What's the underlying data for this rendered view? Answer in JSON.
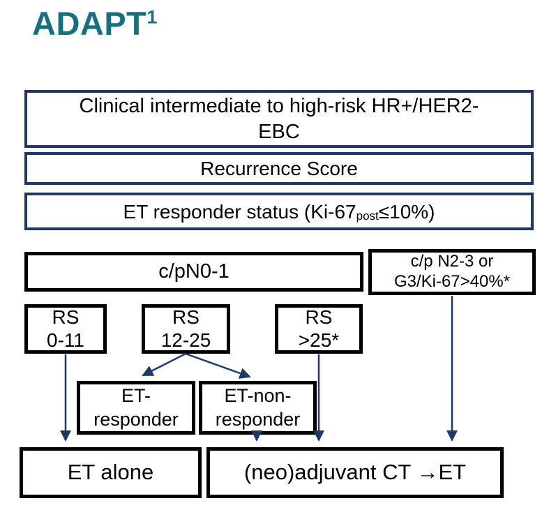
{
  "title": {
    "text": "ADAPT",
    "superscript": "1",
    "color": "#16707e"
  },
  "colors": {
    "teal_title": "#16707e",
    "navy_border": "#1f3864",
    "black_border": "#000000",
    "arrow": "#1f3864",
    "background": "#ffffff",
    "text": "#000000"
  },
  "boxes": {
    "clinical": {
      "line1": "Clinical intermediate to high-risk HR+/HER2-",
      "line2": "EBC"
    },
    "recurrence": {
      "label": "Recurrence Score"
    },
    "responder_status": {
      "prefix": "ET responder status (Ki-67",
      "subscript": "post",
      "suffix": " ≤10%)"
    },
    "cpn01": {
      "label": "c/pN0-1"
    },
    "cpn23": {
      "line1": "c/p N2-3 or",
      "line2": "G3/Ki-67>40%*"
    },
    "rs_0_11": {
      "line1": "RS",
      "line2": "0-11"
    },
    "rs_12_25": {
      "line1": "RS",
      "line2": "12-25"
    },
    "rs_gt_25": {
      "line1": "RS",
      "line2": ">25*"
    },
    "et_responder": {
      "line1": "ET-",
      "line2": "responder"
    },
    "et_non_responder": {
      "line1": "ET-non-",
      "line2": "responder"
    },
    "et_alone": {
      "label": "ET alone"
    },
    "neoadjuvant_ct": {
      "label": "(neo)adjuvant CT →ET"
    }
  }
}
